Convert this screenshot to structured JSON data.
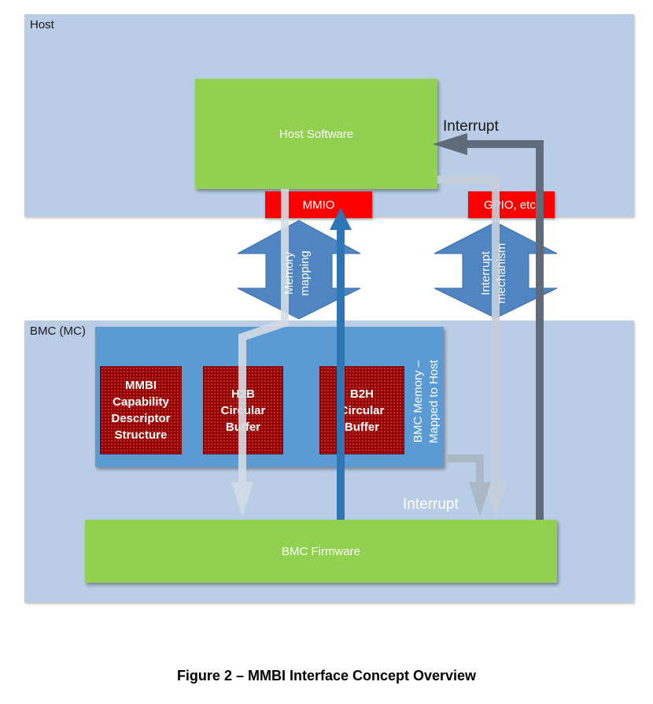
{
  "host": {
    "label": "Host",
    "software": "Host Software",
    "mmio": "MMIO",
    "gpio": "GPIO, etc."
  },
  "bmc": {
    "label": "BMC (MC)",
    "firmware": "BMC Firmware",
    "memory_label": "BMC Memory –\nMapped to Host",
    "buffers": [
      "MMBI\nCapability\nDescriptor\nStructure",
      "H2B\nCircular\nBuffer",
      "B2H\nCircular\nBuffer"
    ]
  },
  "arrows": {
    "memory_mapping": "Memory\nmapping",
    "interrupt_mechanism": "Interrupt\nmechanism",
    "interrupt_top": "Interrupt",
    "interrupt_bottom": "Interrupt"
  },
  "caption": "Figure 2 – MMBI Interface Concept Overview",
  "colors": {
    "region": "#b9cde6",
    "green": "#92d050",
    "red_tag": "#ff0000",
    "memory_panel": "#5b9bd5",
    "buffer": "#990000",
    "dark_arrow": "#5f6b7a",
    "light_arrow": "#cfd7df",
    "blue_arrow": "#2e75b6"
  }
}
